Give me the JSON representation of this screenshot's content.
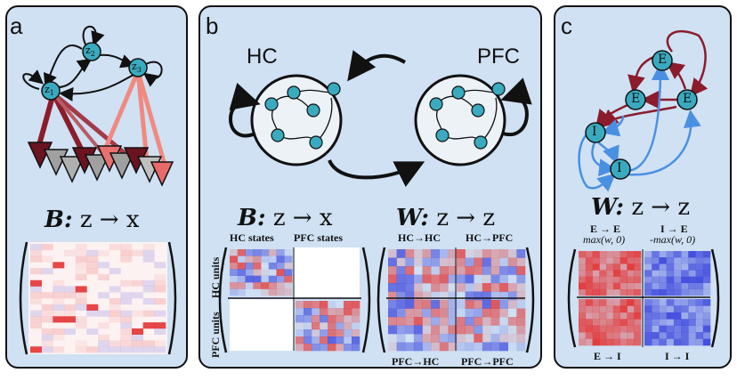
{
  "panels": {
    "a": {
      "label": "a",
      "nodes": {
        "z1": "z",
        "z1_sub": "1",
        "z2": "z",
        "z2_sub": "2",
        "z3": "z",
        "z3_sub": "3"
      },
      "equation": {
        "symbol": "B:",
        "mapping": "z → x"
      }
    },
    "b": {
      "label": "b",
      "regions": {
        "left": "HC",
        "right": "PFC"
      },
      "B_equation": {
        "symbol": "B:",
        "mapping": "z → x"
      },
      "W_equation": {
        "symbol": "W:",
        "mapping": "z → z"
      },
      "B_matrix": {
        "col_headers": [
          "HC states",
          "PFC states"
        ],
        "row_headers": [
          "HC units",
          "PFC units"
        ]
      },
      "W_matrix": {
        "top_labels": [
          "HC→HC",
          "HC→PFC"
        ],
        "bottom_labels": [
          "PFC→HC",
          "PFC→PFC"
        ]
      }
    },
    "c": {
      "label": "c",
      "nodes": {
        "excitatory": "E",
        "inhibitory": "I"
      },
      "W_equation": {
        "symbol": "W:",
        "mapping": "z → z"
      },
      "matrix": {
        "top_left_label": "E → E",
        "top_left_rule": "max(w, 0)",
        "top_right_label": "I → E",
        "top_right_rule": "-max(w, 0)",
        "bottom_left_label": "E → I",
        "bottom_right_label": "I → I"
      }
    }
  },
  "colors": {
    "panel_bg": "#cfe1f3",
    "node_teal": "#3aaabf",
    "excitatory_red": "#8b1c2c",
    "inhibitory_blue": "#4a90e2",
    "heat_red": "#e33a3a",
    "heat_blue": "#4a55d8"
  }
}
